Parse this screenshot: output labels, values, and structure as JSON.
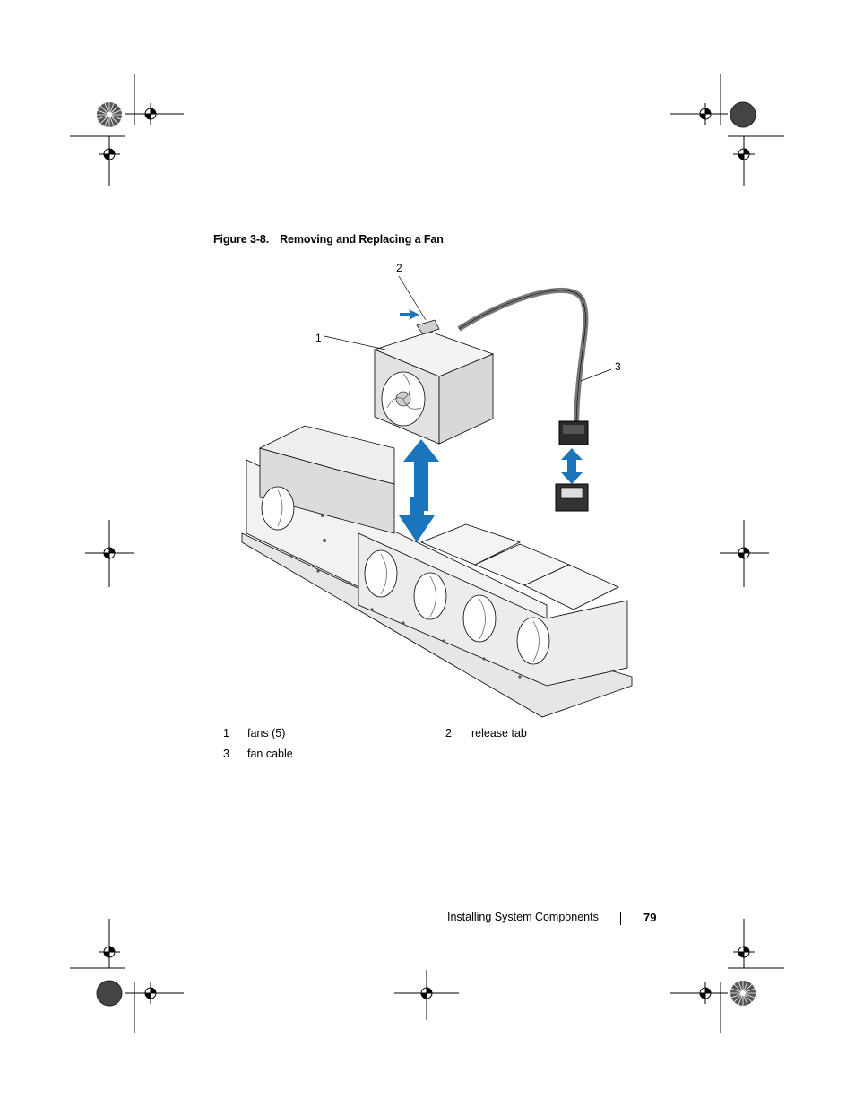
{
  "figure": {
    "number": "Figure 3-8.",
    "title": "Removing and Replacing a Fan"
  },
  "callouts": {
    "c1": "1",
    "c2": "2",
    "c3": "3"
  },
  "legend": [
    {
      "num": "1",
      "label": "fans (5)"
    },
    {
      "num": "2",
      "label": "release tab"
    },
    {
      "num": "3",
      "label": "fan cable"
    }
  ],
  "footer": {
    "section": "Installing System Components",
    "page": "79"
  },
  "colors": {
    "arrow_blue": "#1b75bc",
    "chassis_gray": "#e3e3e3",
    "line": "#000000"
  }
}
